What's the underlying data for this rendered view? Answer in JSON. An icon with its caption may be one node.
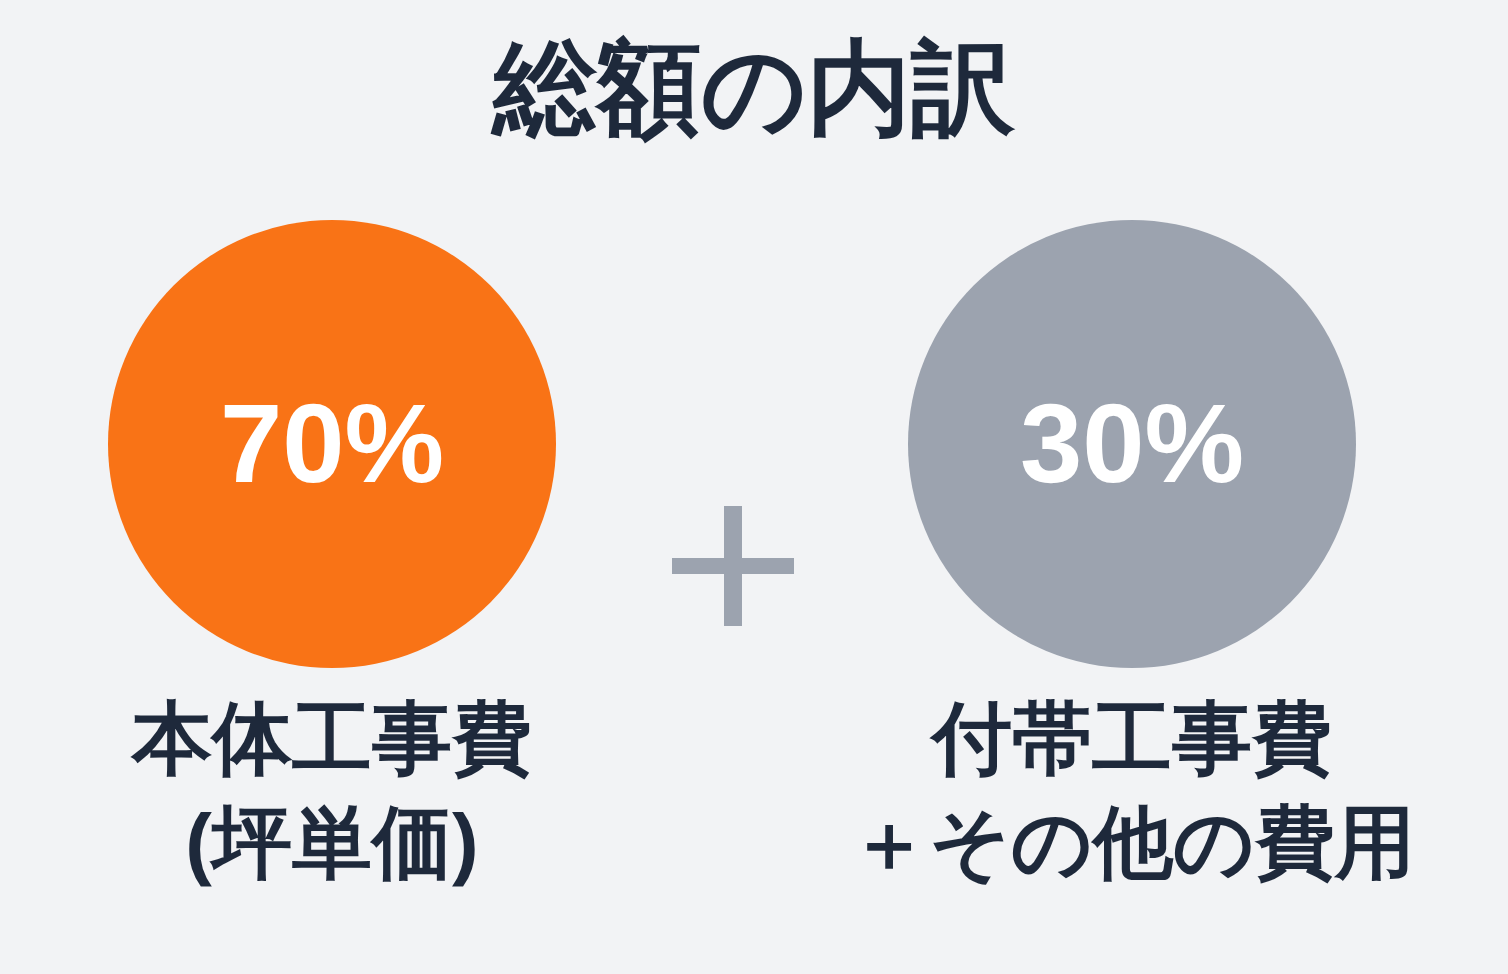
{
  "diagram": {
    "title": "総額の内訳",
    "nodes": [
      {
        "text": [
          "70%"
        ],
        "beside": [
          "本体工事費(坪単価)"
        ]
      },
      {
        "text": [
          "30%"
        ],
        "beside": [
          "付帯工事費＋その他の費用"
        ]
      }
    ]
  }
}
